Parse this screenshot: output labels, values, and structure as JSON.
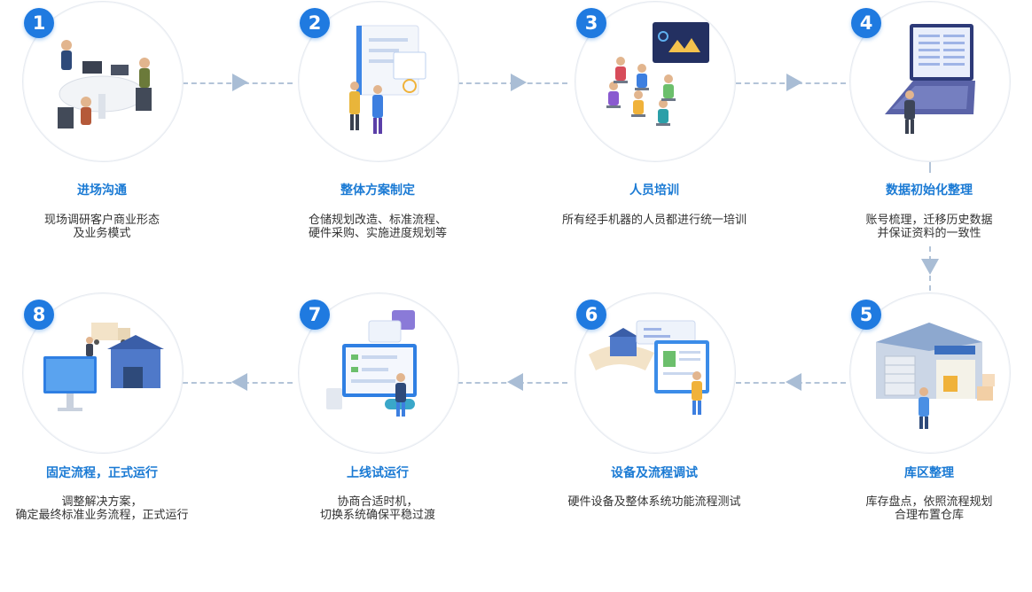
{
  "steps": [
    {
      "num": "1",
      "title": "进场沟通",
      "desc": [
        "现场调研客户商业形态",
        "及业务模式"
      ],
      "illustration": "meeting-table-illustration"
    },
    {
      "num": "2",
      "title": "整体方案制定",
      "desc": [
        "仓储规划改造、标准流程、",
        "硬件采购、实施进度规划等"
      ],
      "illustration": "planning-board-illustration"
    },
    {
      "num": "3",
      "title": "人员培训",
      "desc": [
        "所有经手机器的人员都进行统一培训"
      ],
      "illustration": "training-class-illustration"
    },
    {
      "num": "4",
      "title": "数据初始化整理",
      "desc": [
        "账号梳理，迁移历史数据",
        "并保证资料的一致性"
      ],
      "illustration": "laptop-data-illustration"
    },
    {
      "num": "5",
      "title": "库区整理",
      "desc": [
        "库存盘点，依照流程规划",
        "合理布置仓库"
      ],
      "illustration": "warehouse-illustration"
    },
    {
      "num": "6",
      "title": "设备及流程调试",
      "desc": [
        "硬件设备及整体系统功能流程测试"
      ],
      "illustration": "device-testing-illustration"
    },
    {
      "num": "7",
      "title": "上线试运行",
      "desc": [
        "协商合适时机，",
        "切换系统确保平稳过渡"
      ],
      "illustration": "launch-screen-illustration"
    },
    {
      "num": "8",
      "title": "固定流程，正式运行",
      "desc": [
        "调整解决方案，",
        "确定最终标准业务流程，正式运行"
      ],
      "illustration": "operation-illustration"
    }
  ],
  "colors": {
    "accent": "#1f7ae0",
    "title": "#1a7ad4",
    "connector": "#a9bdd5"
  }
}
